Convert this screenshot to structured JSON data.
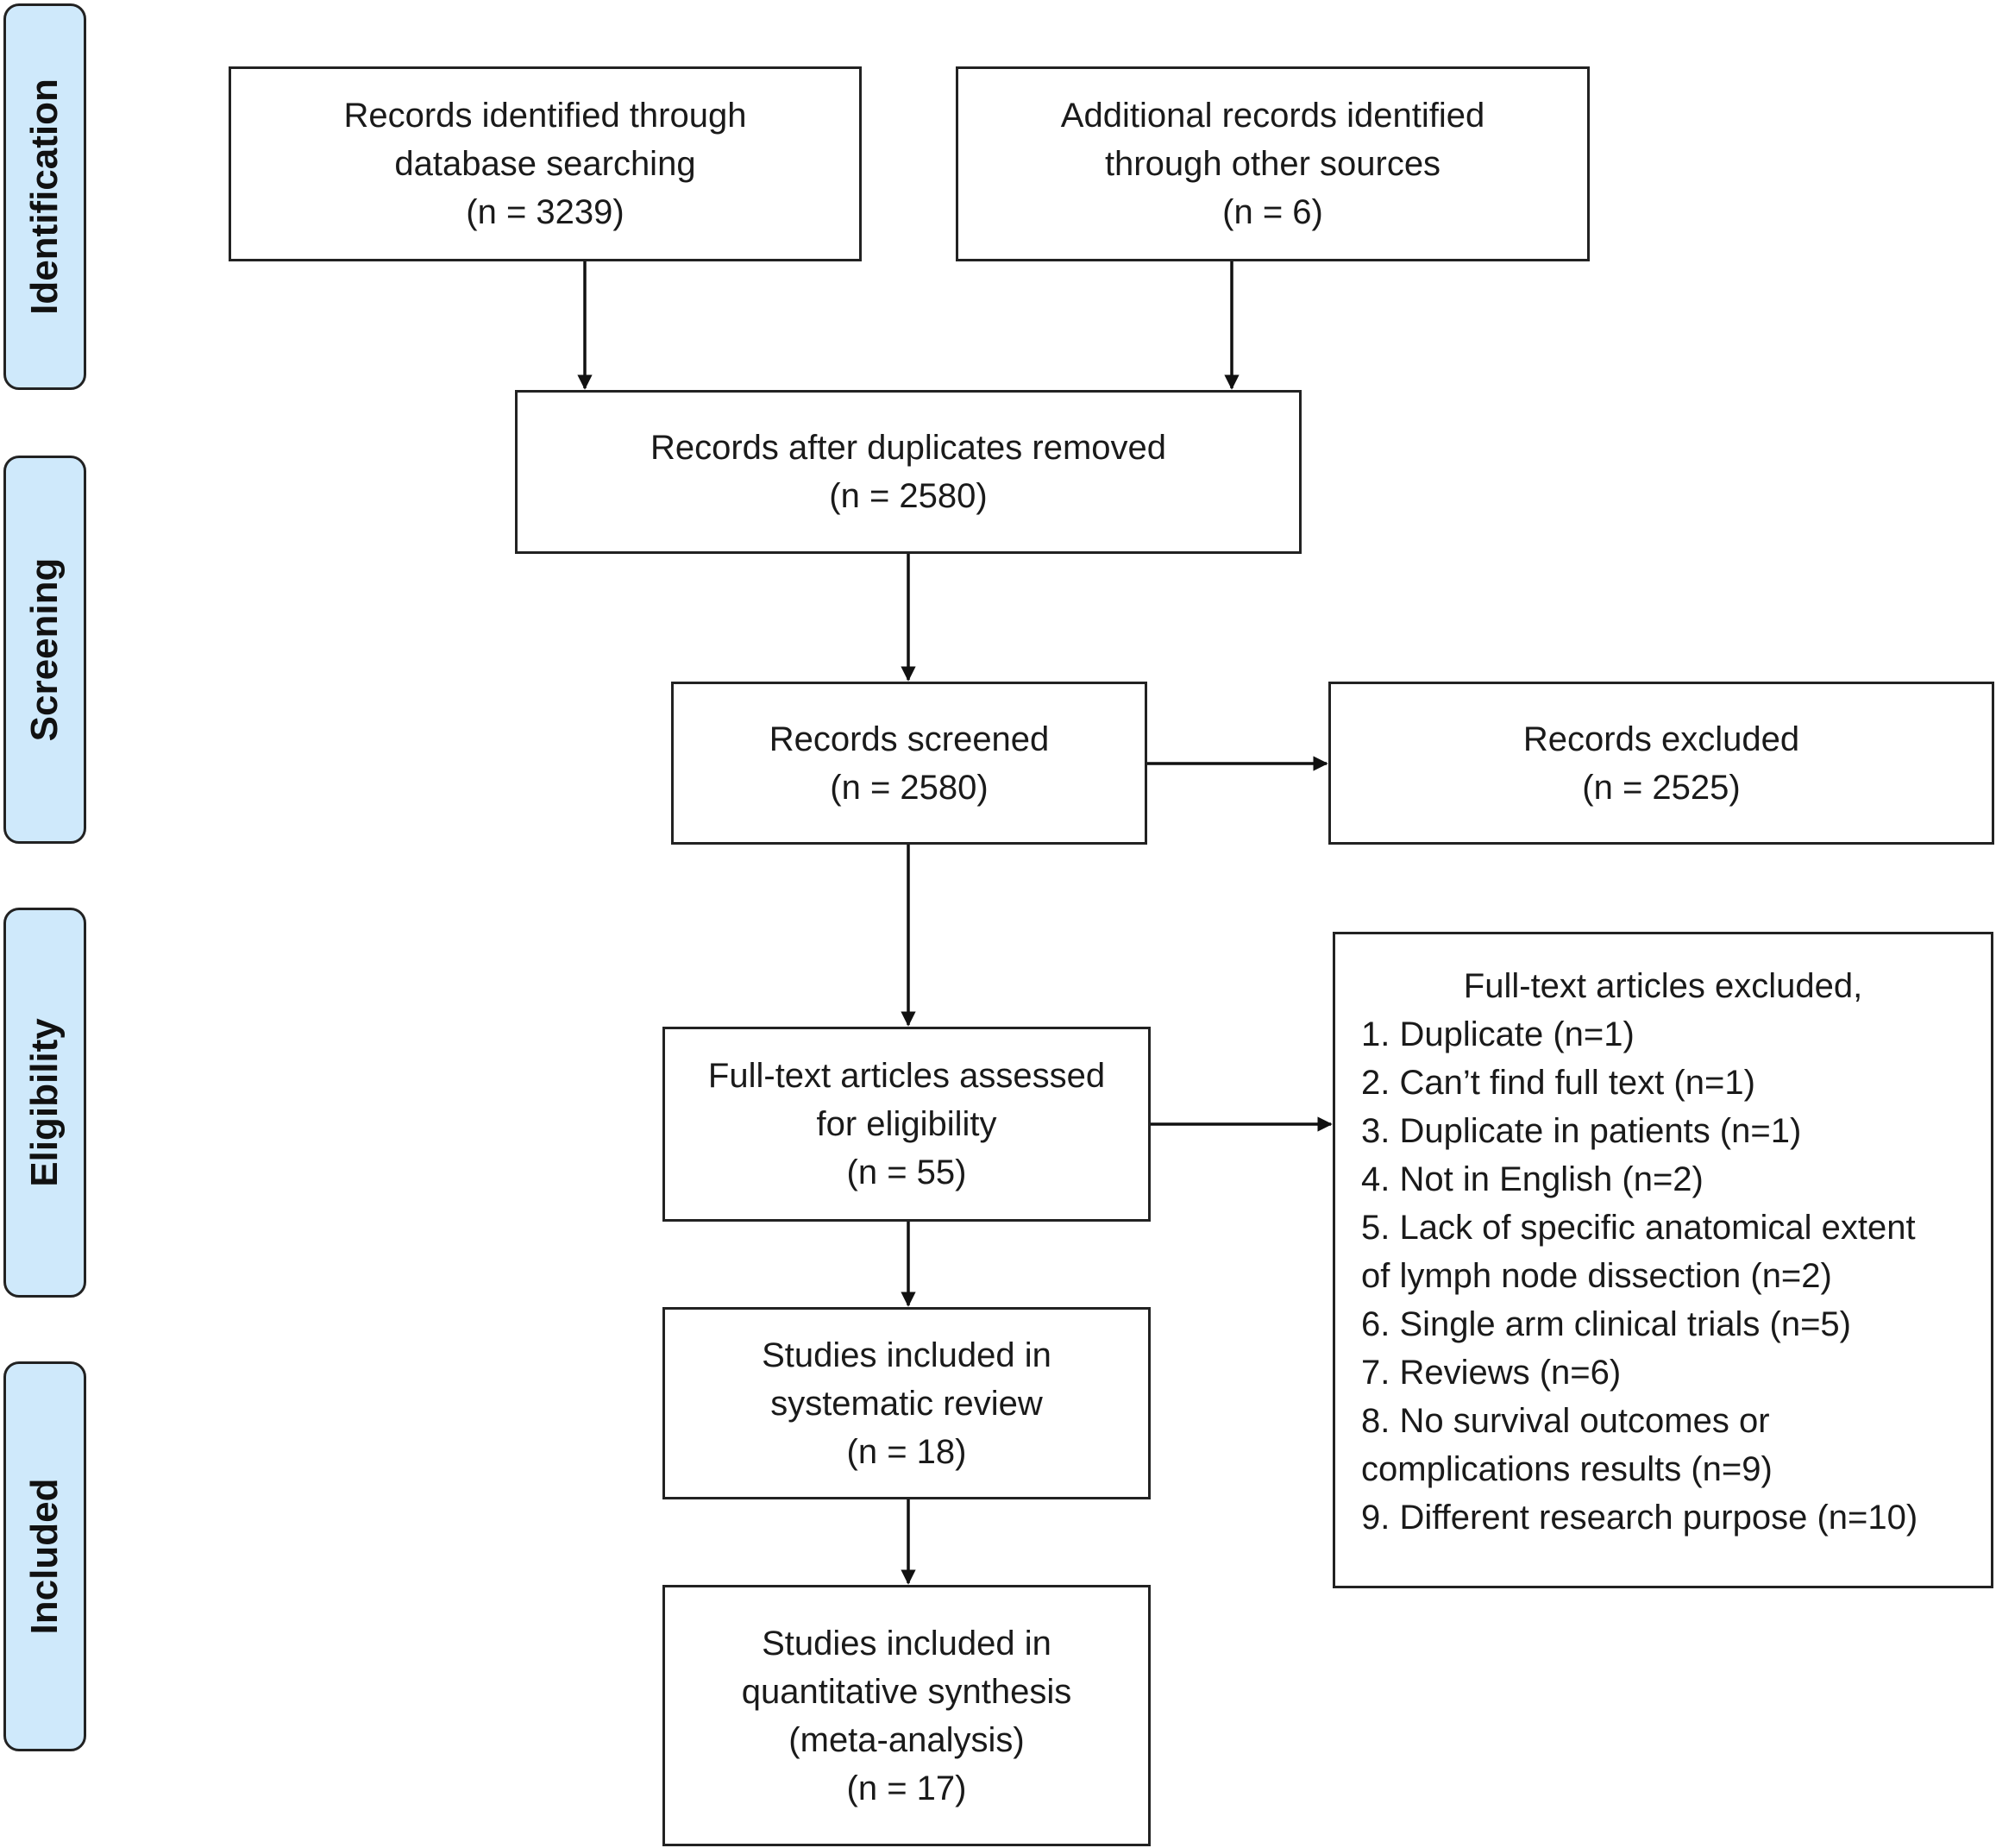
{
  "phases": {
    "identification": "Identification",
    "screening": "Screening",
    "eligibility": "Eligibility",
    "included": "Included"
  },
  "boxes": {
    "database_search": {
      "lines": [
        "Records identified through",
        "database searching",
        "(n = 3239)"
      ]
    },
    "other_sources": {
      "lines": [
        "Additional records identified",
        "through other sources",
        "(n = 6)"
      ]
    },
    "after_duplicates": {
      "lines": [
        "Records after duplicates removed",
        "(n = 2580)"
      ]
    },
    "screened": {
      "lines": [
        "Records screened",
        "(n = 2580)"
      ]
    },
    "excluded": {
      "lines": [
        "Records excluded",
        "(n = 2525)"
      ]
    },
    "full_text_assessed": {
      "lines": [
        "Full-text articles assessed",
        "for eligibility",
        "(n = 55)"
      ]
    },
    "full_text_excluded": {
      "title": "Full-text articles excluded,",
      "items": [
        "1. Duplicate (n=1)",
        "2. Can’t find full text (n=1)",
        "3. Duplicate in patients (n=1)",
        "4. Not in English (n=2)",
        "5. Lack of specific anatomical extent",
        "of lymph node dissection (n=2)",
        "6. Single arm clinical trials (n=5)",
        "7. Reviews (n=6)",
        "8. No survival outcomes or",
        "complications results (n=9)",
        "9. Different research purpose (n=10)"
      ]
    },
    "systematic_review": {
      "lines": [
        "Studies included in",
        "systematic review",
        "(n = 18)"
      ]
    },
    "meta_analysis": {
      "lines": [
        "Studies included in",
        "quantitative synthesis",
        "(meta-analysis)",
        "(n = 17)"
      ]
    },
    "colors": {
      "phase_fill": "#cfe9fb",
      "stroke": "#222222"
    }
  }
}
